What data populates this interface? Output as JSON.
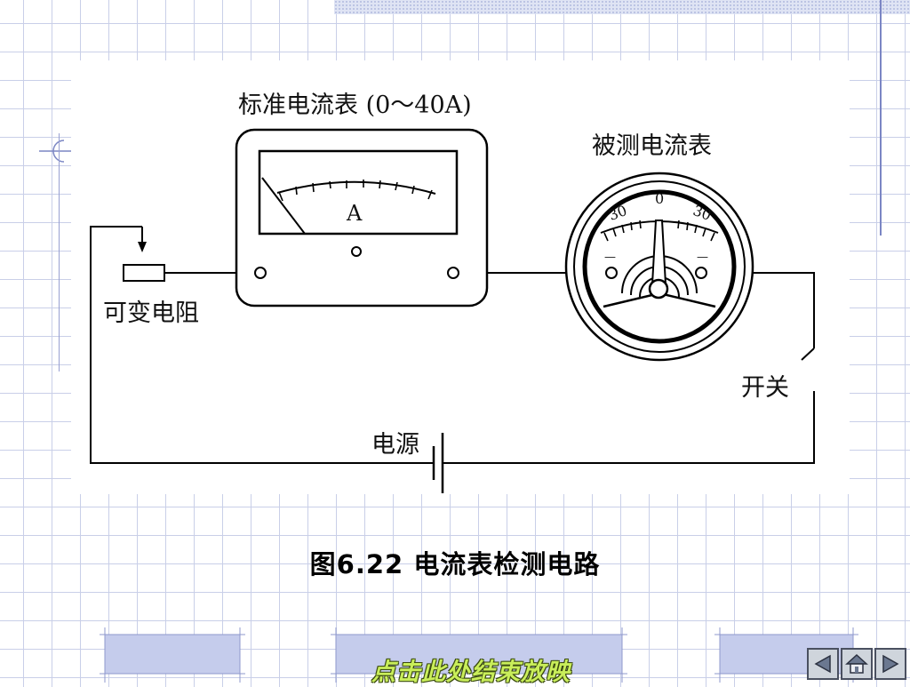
{
  "diagram": {
    "standard_ammeter_title": "标准电流表 (0～40A)",
    "standard_ammeter_unit": "A",
    "tested_ammeter_title": "被测电流表",
    "tested_dial_zero": "0",
    "tested_dial_left": "30",
    "tested_dial_right": "30",
    "tested_minus_left": "—",
    "tested_minus_right": "—",
    "variable_resistor_label": "可变电阻",
    "switch_label": "开关",
    "power_source_label": "电源"
  },
  "caption": "图6.22  电流表检测电路",
  "footer": {
    "end_show_label": "点击此处结束放映"
  },
  "nav": {
    "prev_icon": "triangle-left-icon",
    "home_icon": "home-icon",
    "next_icon": "triangle-right-icon"
  },
  "colors": {
    "grid": "#c9cfe8",
    "footer_text": "#c9ee5a",
    "accent_line": "#7b86c4"
  }
}
